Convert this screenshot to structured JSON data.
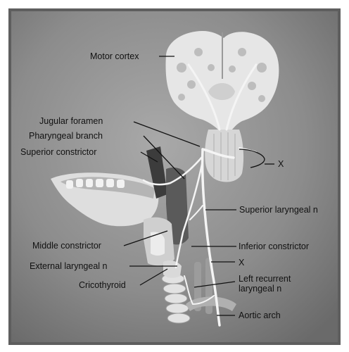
{
  "figure": {
    "labels": {
      "motor_cortex": "Motor cortex",
      "jugular_foramen": "Jugular foramen",
      "pharyngeal_branch": "Pharyngeal branch",
      "superior_constrictor": "Superior constrictor",
      "x_upper": "X",
      "superior_laryngeal": "Superior laryngeal n",
      "middle_constrictor": "Middle constrictor",
      "inferior_constrictor": "Inferior constrictor",
      "external_laryngeal": "External laryngeal n",
      "x_lower": "X",
      "cricothyroid": "Cricothyroid",
      "left_recurrent_line1": "Left recurrent",
      "left_recurrent_line2": "laryngeal n",
      "aortic_arch": "Aortic arch"
    },
    "colors": {
      "background": "#8a8a8a",
      "frame": "#5e5e5e",
      "tissue_light": "#e6e6e6",
      "nerve": "#f4f4f4",
      "muscle_dark": "#3c3c3c",
      "text": "#111111"
    }
  }
}
